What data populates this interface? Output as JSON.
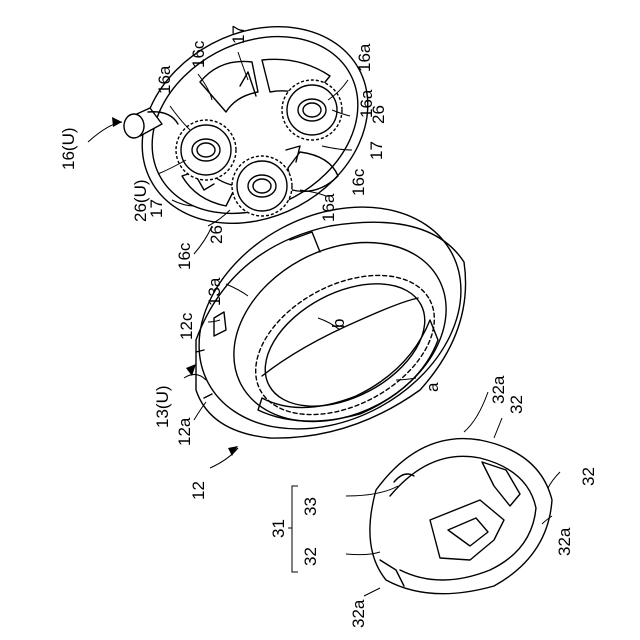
{
  "labels": {
    "l16u": "16(U)",
    "l16a_1": "16a",
    "l16c_1": "16c",
    "l17_1": "17",
    "l16a_2": "16a",
    "l16a_3": "16a",
    "l26_1": "26",
    "l17_2": "17",
    "l16c_2": "16c",
    "l16a_4": "16a",
    "l26u": "26(U)",
    "l17_3": "17",
    "l26_2": "26",
    "l16c_3": "16c",
    "l13a": "13a",
    "l12c": "12c",
    "lb": "b",
    "l13u": "13(U)",
    "l12a": "12a",
    "la": "a",
    "l12": "12",
    "l32a_1": "32a",
    "l32_1": "32",
    "l32_2": "32",
    "l32a_2": "32a",
    "l33": "33",
    "l31": "31",
    "l32_3": "32",
    "l32a_3": "32a"
  }
}
